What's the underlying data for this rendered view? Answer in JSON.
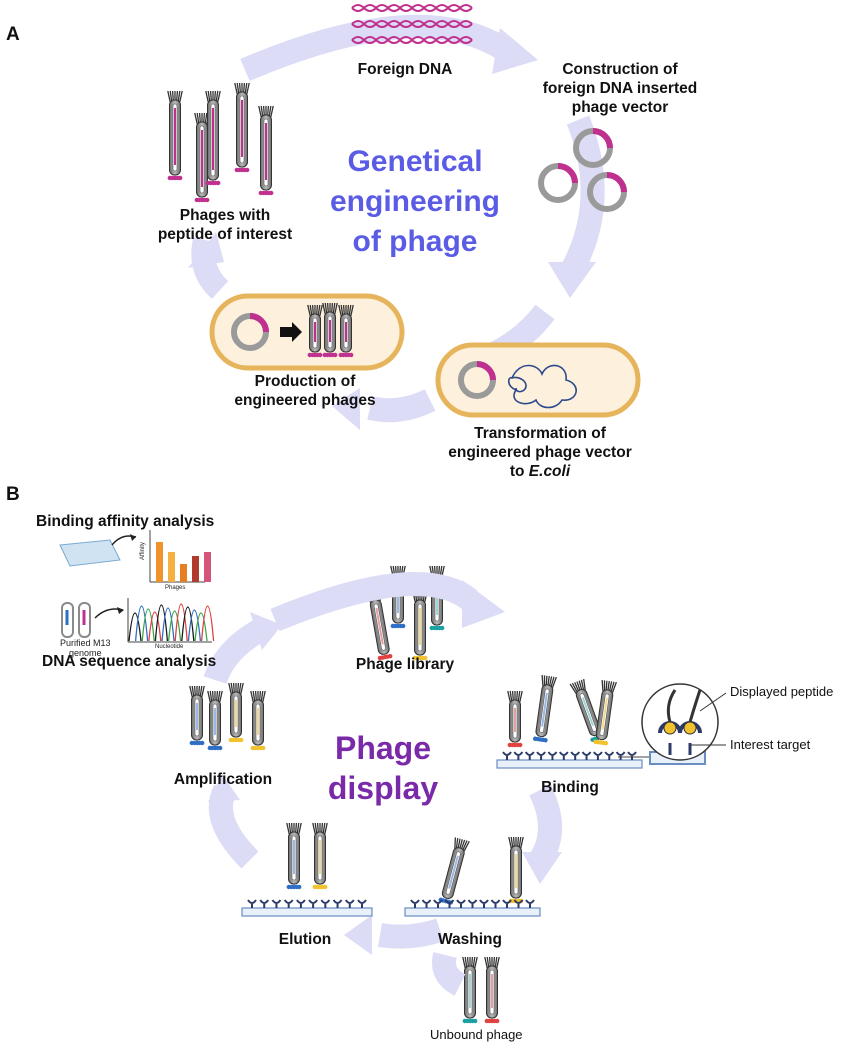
{
  "panel_a": {
    "letter": "A",
    "center_title": [
      "Genetical",
      "engineering",
      "of phage"
    ],
    "steps": {
      "foreign_dna": "Foreign DNA",
      "construction": [
        "Construction of",
        "foreign DNA inserted",
        "phage vector"
      ],
      "transformation": [
        "Transformation of",
        "engineered phage vector",
        "to"
      ],
      "transformation_italic": "E.coli",
      "production": [
        "Production of",
        "engineered phages"
      ],
      "phages_peptide": [
        "Phages with",
        "peptide of interest"
      ]
    }
  },
  "panel_b": {
    "letter": "B",
    "center_title": [
      "Phage",
      "display"
    ],
    "steps": {
      "library": "Phage library",
      "binding": "Binding",
      "washing": "Washing",
      "elution": "Elution",
      "amplification": "Amplification",
      "unbound": "Unbound phage"
    },
    "analysis": {
      "binding_affinity": "Binding affinity analysis",
      "dna_sequence": "DNA sequence analysis",
      "purified_genome": [
        "Purified M13",
        "genome"
      ],
      "bar_xlabel": "Phages",
      "bar_ylabel": "Affinity",
      "trace_xlabel": "Nucleotide",
      "bar_colors": [
        "#f0932b",
        "#f5b041",
        "#e67e22",
        "#b03a2e",
        "#d4547a"
      ]
    },
    "callout": {
      "displayed_peptide": "Displayed peptide",
      "interest_target": "Interest target"
    }
  },
  "colors": {
    "arrow_lavender": "#dcdcf7",
    "title_a": "#5b5ce6",
    "title_b": "#7a2aa8",
    "magenta": "#c0308f",
    "cell_fill": "#fdf0dc",
    "cell_stroke": "#e6b45a",
    "ring_gray": "#9a9a9a",
    "target_blue": "#2b3a67",
    "peptide_yellow": "#f2c12e"
  }
}
